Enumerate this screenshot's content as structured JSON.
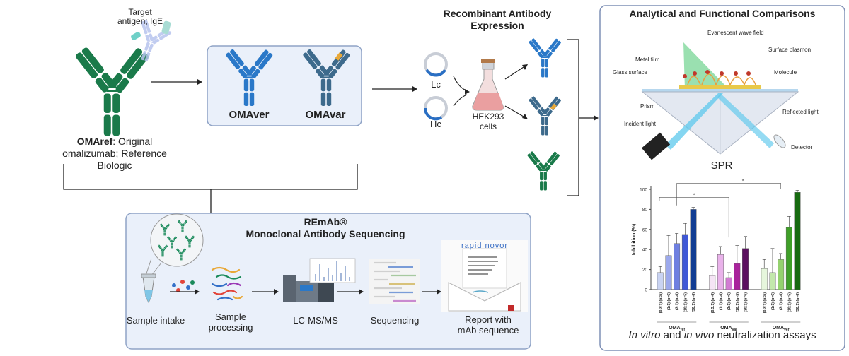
{
  "target_label_line1": "Target",
  "target_label_line2": "antigen; IgE",
  "omaref": {
    "name": "OMAref",
    "desc_line1_rest": ": Original",
    "desc_line2": "omalizumab; Reference",
    "desc_line3": "Biologic"
  },
  "variants": {
    "ver": "OMAver",
    "var": "OMAvar"
  },
  "expression": {
    "title_line1": "Recombinant Antibody",
    "title_line2": "Expression",
    "lc": "Lc",
    "hc": "Hc",
    "cells_line1": "HEK293",
    "cells_line2": "cells"
  },
  "rembab": {
    "title_line1": "REmAb®",
    "title_line2": "Monoclonal Antibody Sequencing",
    "steps": {
      "intake": "Sample intake",
      "processing_line1": "Sample",
      "processing_line2": "processing",
      "lcms": "LC-MS/MS",
      "sequencing": "Sequencing",
      "report_line1": "Report with",
      "report_line2": "mAb sequence"
    },
    "report_brand": "rapid novor"
  },
  "analytical": {
    "title": "Analytical and Functional Comparisons",
    "spr_labels": {
      "evanescent": "Evanescent wave field",
      "metal_film": "Metal film",
      "surface_plasmon": "Surface plasmon",
      "glass_surface": "Glass surface",
      "molecule": "Molecule",
      "prism": "Prism",
      "reflected_light": "Reflected light",
      "incident_light": "Incident light",
      "detector": "Detector"
    },
    "spr": "SPR",
    "footer_part1": "In vitro",
    "footer_part2": " and ",
    "footer_part3": "in vivo",
    "footer_part4": " neutralization assays"
  },
  "chart_data": {
    "type": "bar",
    "ylabel": "Inhibition (%)",
    "ylim": [
      0,
      100
    ],
    "yticks": [
      0,
      20,
      40,
      60,
      80,
      100
    ],
    "groups": [
      {
        "name": "OMA",
        "subscript": "ref",
        "categories": [
          "(0.3:1) (n=6)",
          "(1:1) (n=6)",
          "(3:1) (n=6)",
          "(10:1) (n=5)",
          "(30:1) (n=6)"
        ],
        "values": [
          17,
          34,
          46,
          55,
          80
        ],
        "errors": [
          6,
          20,
          10,
          11,
          2
        ],
        "colors": [
          "#c9d3f2",
          "#9ca9ec",
          "#6f80e0",
          "#3f58d6",
          "#123d93"
        ]
      },
      {
        "name": "OMA",
        "subscript": "var",
        "categories": [
          "(0.3:1) (n=6)",
          "(1:1) (n=6)",
          "(3:1) (n=6)",
          "(10:1) (n=5)",
          "(30:1) (n=6)"
        ],
        "values": [
          14,
          35,
          12,
          26,
          41
        ],
        "errors": [
          9,
          8,
          5,
          18,
          12
        ],
        "colors": [
          "#f5e4f5",
          "#e9b2ea",
          "#d27cd3",
          "#a9239c",
          "#5c1060"
        ]
      },
      {
        "name": "OMA",
        "subscript": "ver",
        "categories": [
          "(0.3:1) (n=6)",
          "(1:1) (n=6)",
          "(3:1) (n=6)",
          "(10:1) (n=5)",
          "(30:1) (n=6)"
        ],
        "values": [
          21,
          17,
          30,
          62,
          97
        ],
        "errors": [
          9,
          24,
          6,
          11,
          2
        ],
        "colors": [
          "#e6f6dc",
          "#c3e8ac",
          "#94d16e",
          "#3f9f28",
          "#176a10"
        ]
      }
    ],
    "significance_markers": [
      "*",
      "*"
    ]
  },
  "colors": {
    "green_antibody": "#1a7a4a",
    "blue_antibody": "#2a78c8",
    "steel_antibody": "#3d6a8c",
    "box_fill": "#eaf0fa",
    "box_border": "#8fa3c6"
  }
}
